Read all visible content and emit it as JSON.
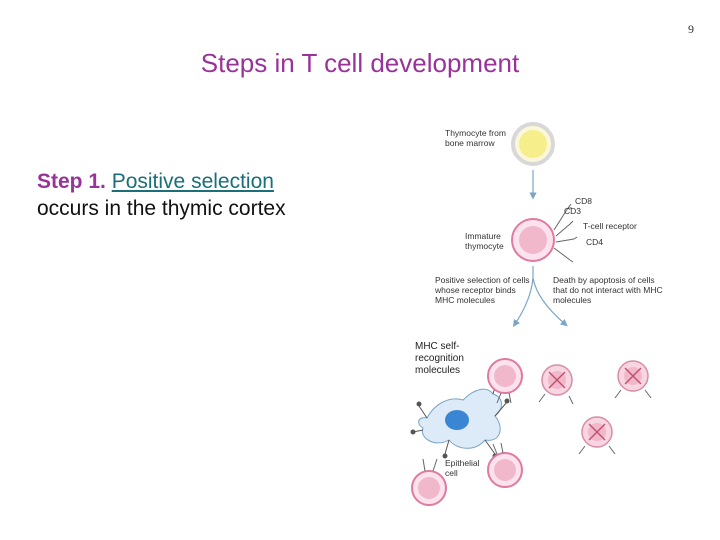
{
  "slide": {
    "page_number": "9",
    "title": "Steps in T cell development",
    "step_label": "Step 1.",
    "step_link": "Positive selection",
    "step_rest": "occurs in the thymic cortex"
  },
  "figure": {
    "thymocyte_label": "Thymocyte from bone marrow",
    "cd8": "CD8",
    "cd3": "CD3",
    "tcr": "T-cell receptor",
    "cd4": "CD4",
    "immature": "Immature thymocyte",
    "positive": "Positive selection of cells whose receptor binds MHC molecules",
    "death": "Death by apoptosis of cells that do not interact with MHC molecules",
    "mhc": "MHC self-recognition molecules",
    "epithelial": "Epithelial cell"
  },
  "colors": {
    "title": "#993399",
    "link": "#1a6f78",
    "thymocyte": "#f5ee8a",
    "thymocyte_ring": "#d8d8d8",
    "cell": "#f1b8cc",
    "cell_ring": "#e07aa0",
    "epithelial": "#cfe6f6",
    "nucleus": "#3a86d4"
  }
}
